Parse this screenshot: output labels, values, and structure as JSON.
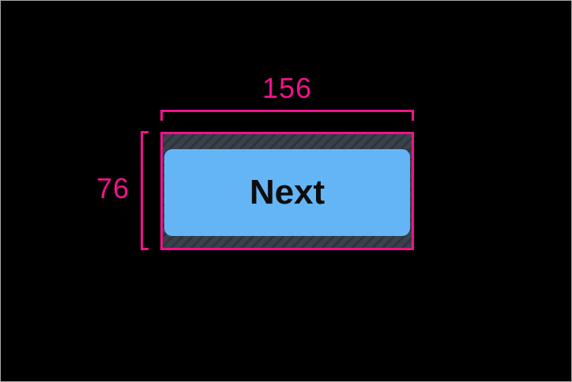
{
  "measurement": {
    "width_label": "156",
    "height_label": "76"
  },
  "button": {
    "label": "Next"
  },
  "colors": {
    "background": "#000000",
    "frame-border": "#a6a6a6",
    "accent": "#f0128c",
    "button-fill": "#64b5f6",
    "button-text": "#0d0d0d",
    "hatch-bg": "#3a414b",
    "hatch-stripe": "#2e343d"
  }
}
